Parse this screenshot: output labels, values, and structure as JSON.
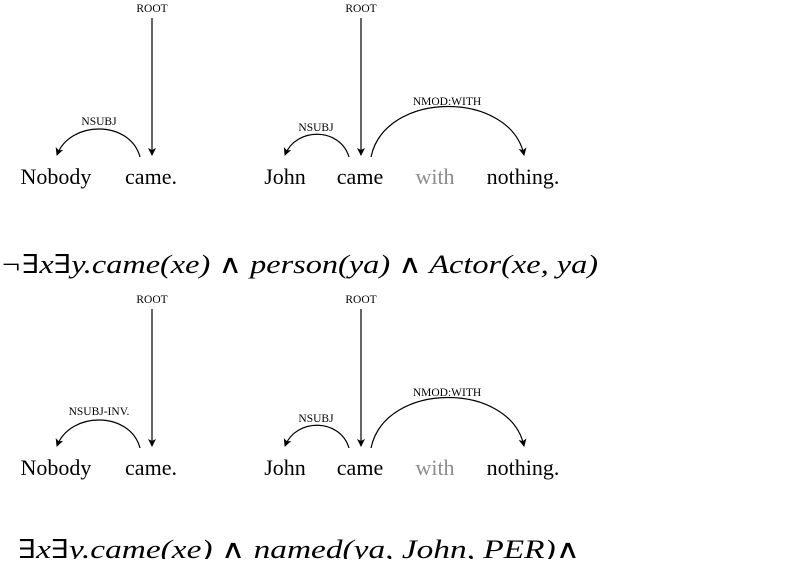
{
  "diagram": {
    "panels": [
      {
        "trees": [
          {
            "root_label": "ROOT",
            "words": [
              "Nobody",
              "came."
            ],
            "arcs": [
              {
                "label": "NSUBJ",
                "from": "came.",
                "to": "Nobody"
              }
            ]
          },
          {
            "root_label": "ROOT",
            "words": [
              "John",
              "came",
              "with",
              "nothing."
            ],
            "greyed_words": [
              "with"
            ],
            "arcs": [
              {
                "label": "NSUBJ",
                "from": "came",
                "to": "John"
              },
              {
                "label": "NMOD:WITH",
                "from": "came",
                "to": "nothing."
              }
            ]
          }
        ],
        "formula": "¬∃x∃y.came(xe) ∧ person(ya) ∧ Actor(xe, ya)"
      },
      {
        "trees": [
          {
            "root_label": "ROOT",
            "words": [
              "Nobody",
              "came."
            ],
            "arcs": [
              {
                "label": "NSUBJ-INV.",
                "from": "came.",
                "to": "Nobody"
              }
            ]
          },
          {
            "root_label": "ROOT",
            "words": [
              "John",
              "came",
              "with",
              "nothing."
            ],
            "greyed_words": [
              "with"
            ],
            "arcs": [
              {
                "label": "NSUBJ",
                "from": "came",
                "to": "John"
              },
              {
                "label": "NMOD:WITH",
                "from": "came",
                "to": "nothing."
              }
            ]
          }
        ],
        "formula": "∃x∃y.came(xe) ∧ named(ya, John, PER)∧"
      }
    ]
  }
}
